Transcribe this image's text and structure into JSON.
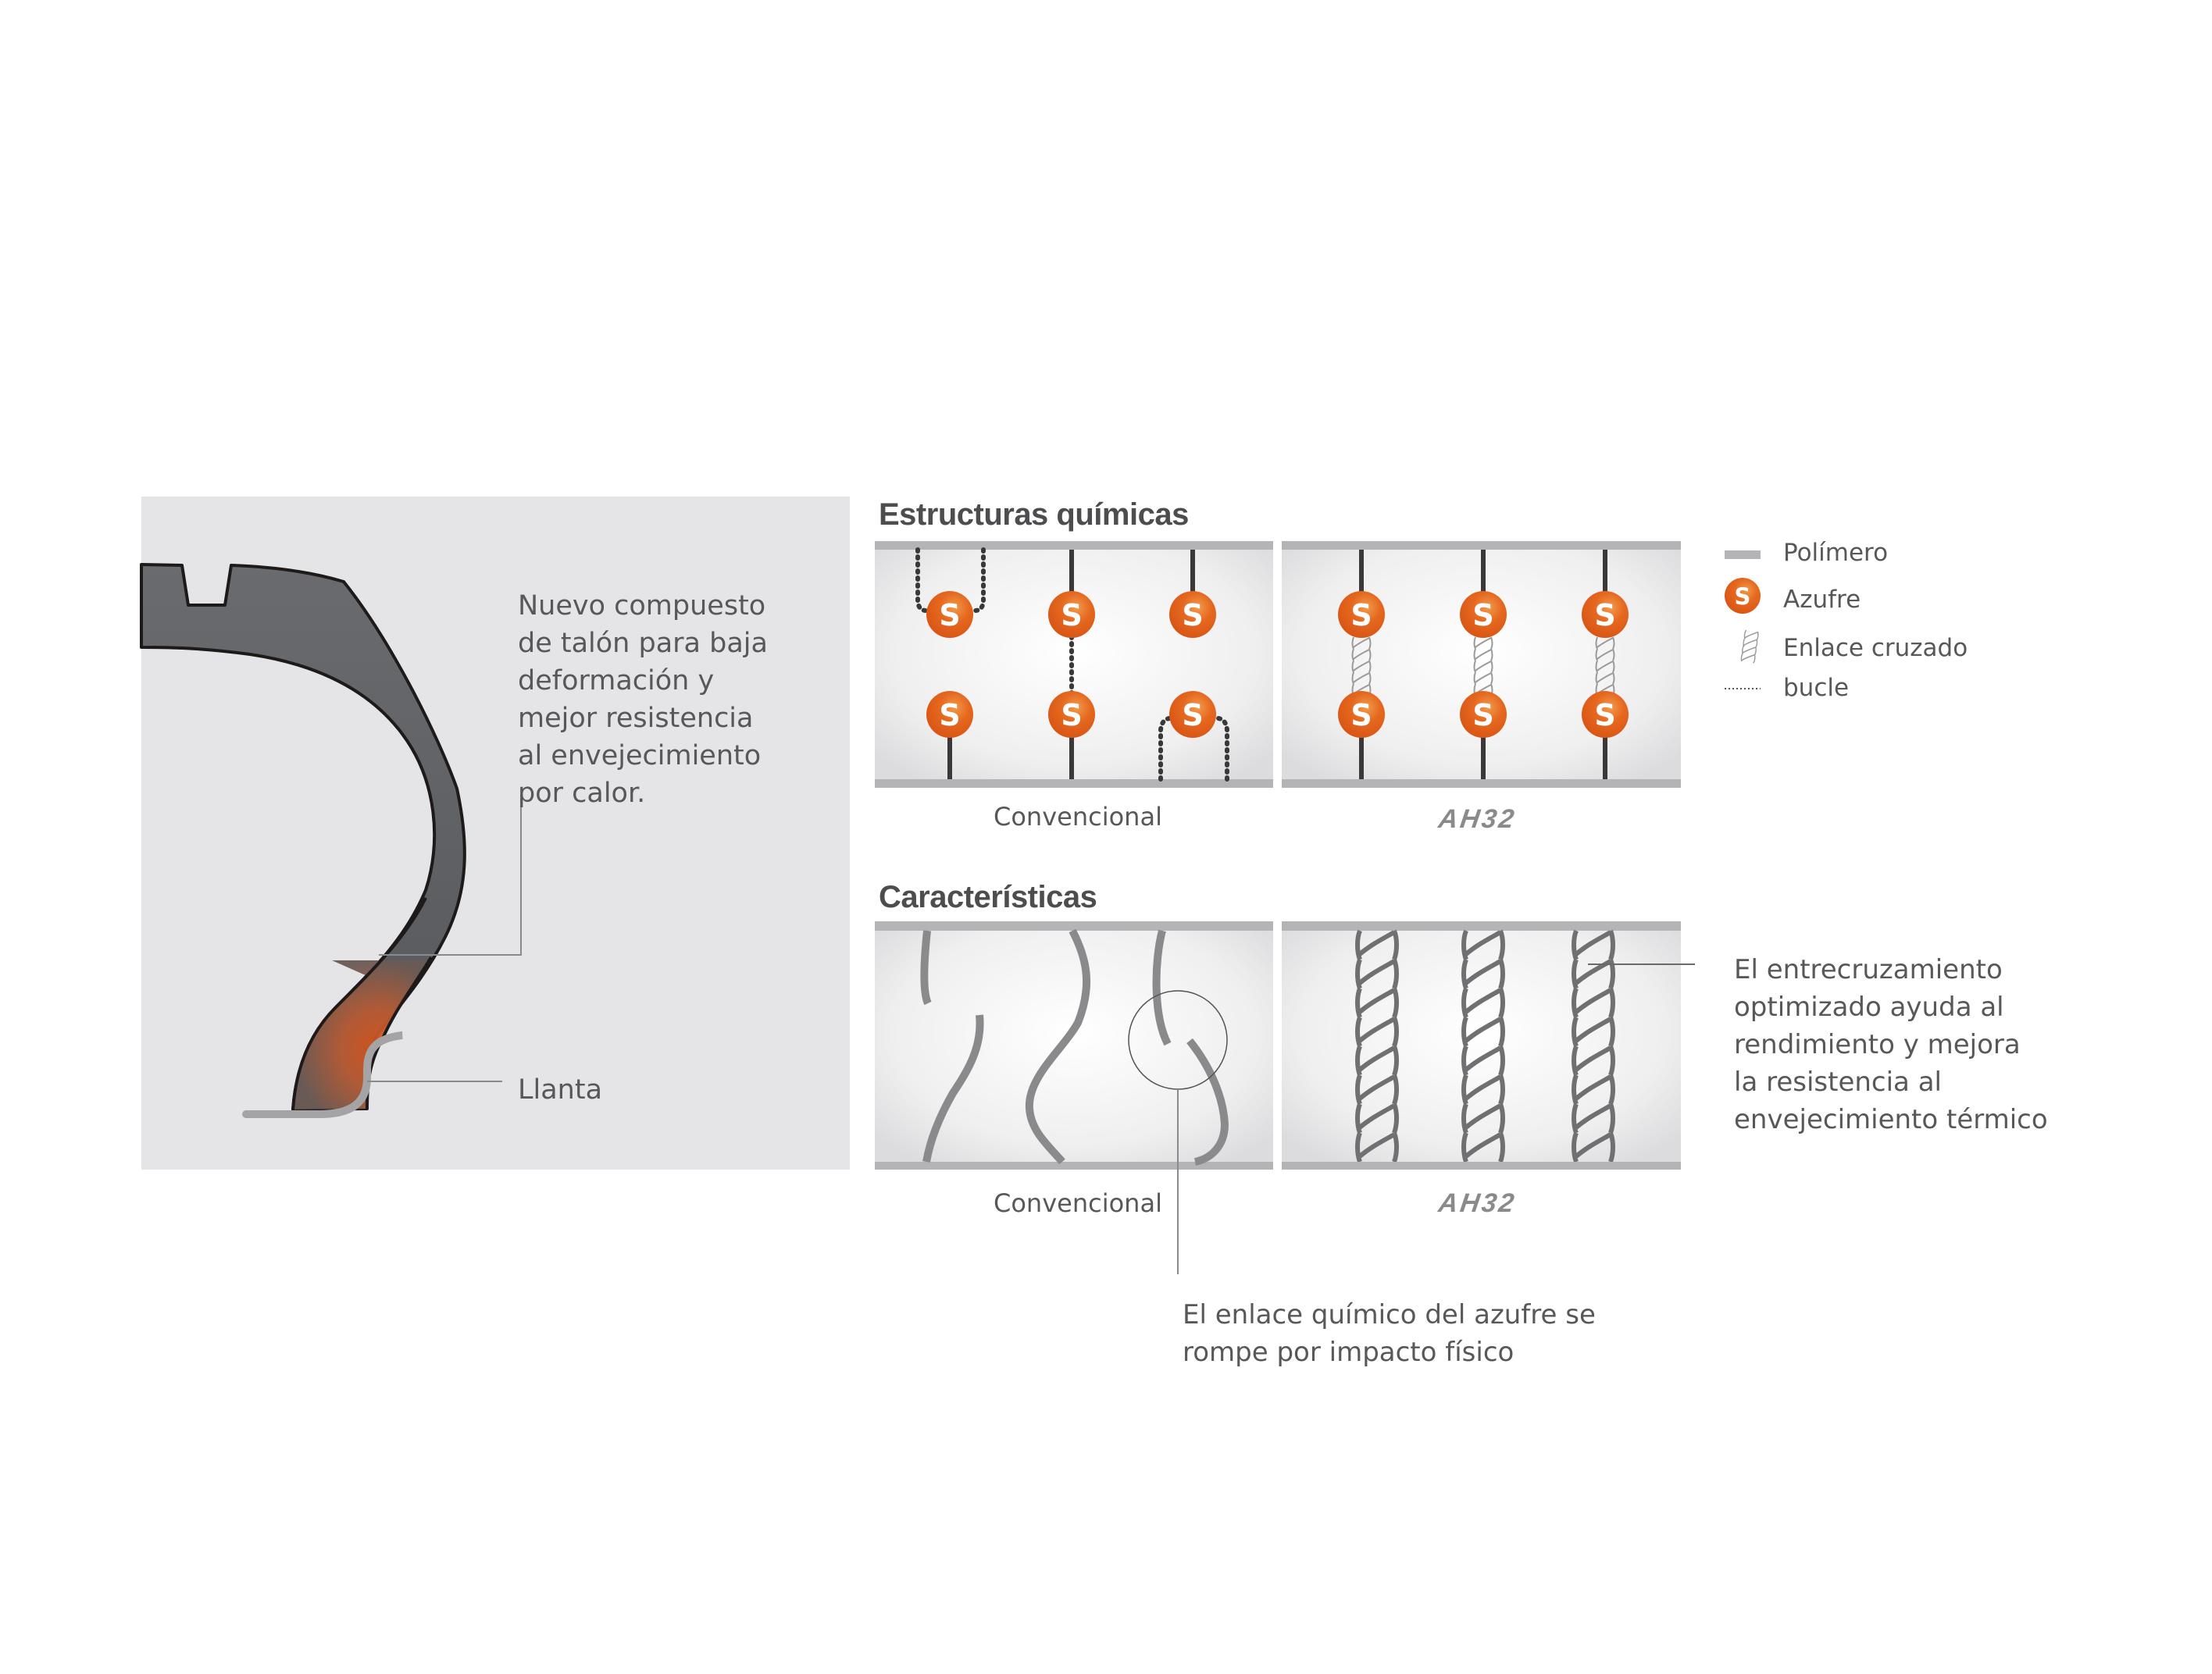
{
  "tire_panel": {
    "description": "Nuevo compuesto\nde talón para baja\ndeformación y\nmejor resistencia\nal envejecimiento\npor calor.",
    "rim_label": "Llanta",
    "colors": {
      "background": "#e5e5e7",
      "tire": "#5f6064",
      "heat": "#d4531a",
      "rim": "#a4a4a6"
    }
  },
  "chemical_structures": {
    "title": "Estructuras químicas",
    "panels": [
      {
        "label": "Convencional",
        "links": [
          "loop",
          "polymer-loop",
          "none"
        ]
      },
      {
        "label": "AH32",
        "links": [
          "cross-link",
          "cross-link",
          "cross-link"
        ]
      }
    ]
  },
  "legend": {
    "items": [
      {
        "icon": "polymer-bar-icon",
        "label": "Polímero"
      },
      {
        "icon": "sulfur-ball-icon",
        "label": "Azufre",
        "glyph": "S"
      },
      {
        "icon": "cross-link-icon",
        "label": "Enlace cruzado"
      },
      {
        "icon": "dotted-loop-icon",
        "label": "bucle"
      }
    ]
  },
  "characteristics": {
    "title": "Características",
    "panels": [
      {
        "label": "Convencional"
      },
      {
        "label": "AH32"
      }
    ],
    "annotation_right": "El entrecruzamiento\noptimizado ayuda al\nrendimiento y mejora\nla resistencia al\nenvejecimiento térmico",
    "annotation_bottom": "El enlace químico del azufre se\nrompe por impacto físico"
  },
  "sulfur_glyph": "S",
  "colors": {
    "sulfur": "#e0601a",
    "polymer_bar": "#b4b4b6",
    "chain": "#3a3838",
    "rope": "#707072",
    "text": "#58585a"
  }
}
